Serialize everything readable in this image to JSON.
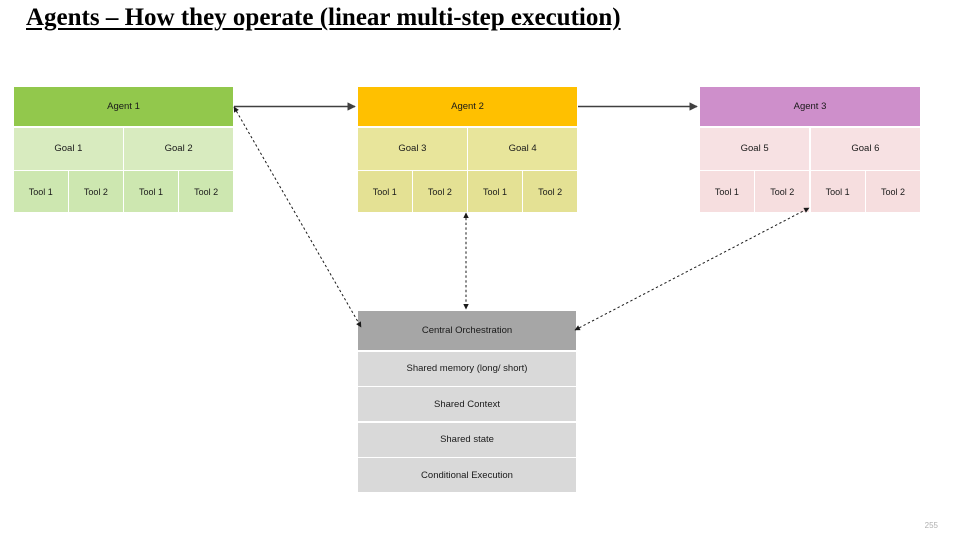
{
  "slide": {
    "title": "Agents – How they operate (linear multi-step execution)",
    "page_number": "255",
    "background": "#ffffff"
  },
  "agents": [
    {
      "name": "Agent 1",
      "header_color": "#92C84C",
      "goal_color": "#D8EBBF",
      "tool_color": "#CDE7B0",
      "goals": [
        "Goal 1",
        "Goal 2"
      ],
      "tools": [
        "Tool 1",
        "Tool 2",
        "Tool 1",
        "Tool 2"
      ]
    },
    {
      "name": "Agent 2",
      "header_color": "#FFC000",
      "goal_color": "#E8E59B",
      "tool_color": "#E4E194",
      "goals": [
        "Goal 3",
        "Goal 4"
      ],
      "tools": [
        "Tool 1",
        "Tool 2",
        "Tool 1",
        "Tool 2"
      ]
    },
    {
      "name": "Agent 3",
      "header_color": "#CE8FCB",
      "goal_color": "#F7E1E3",
      "tool_color": "#F6DEDF",
      "goals": [
        "Goal 5",
        "Goal 6"
      ],
      "tools": [
        "Tool 1",
        "Tool 2",
        "Tool 1",
        "Tool 2"
      ]
    }
  ],
  "orchestration": {
    "header": "Central Orchestration",
    "header_color": "#A6A6A6",
    "row_color": "#D9D9D9",
    "rows": [
      "Shared memory (long/ short)",
      "Shared Context",
      "Shared state",
      "Conditional Execution"
    ]
  },
  "connectors": {
    "solid_color": "#595959",
    "dashed_color": "#808080",
    "flow": [
      "Agent 1 -> Agent 2",
      "Agent 2 -> Agent 3"
    ],
    "orchestration_links": [
      "Agent 1 <-> Central Orchestration",
      "Agent 2 <-> Central Orchestration",
      "Agent 3 <-> Central Orchestration"
    ]
  }
}
